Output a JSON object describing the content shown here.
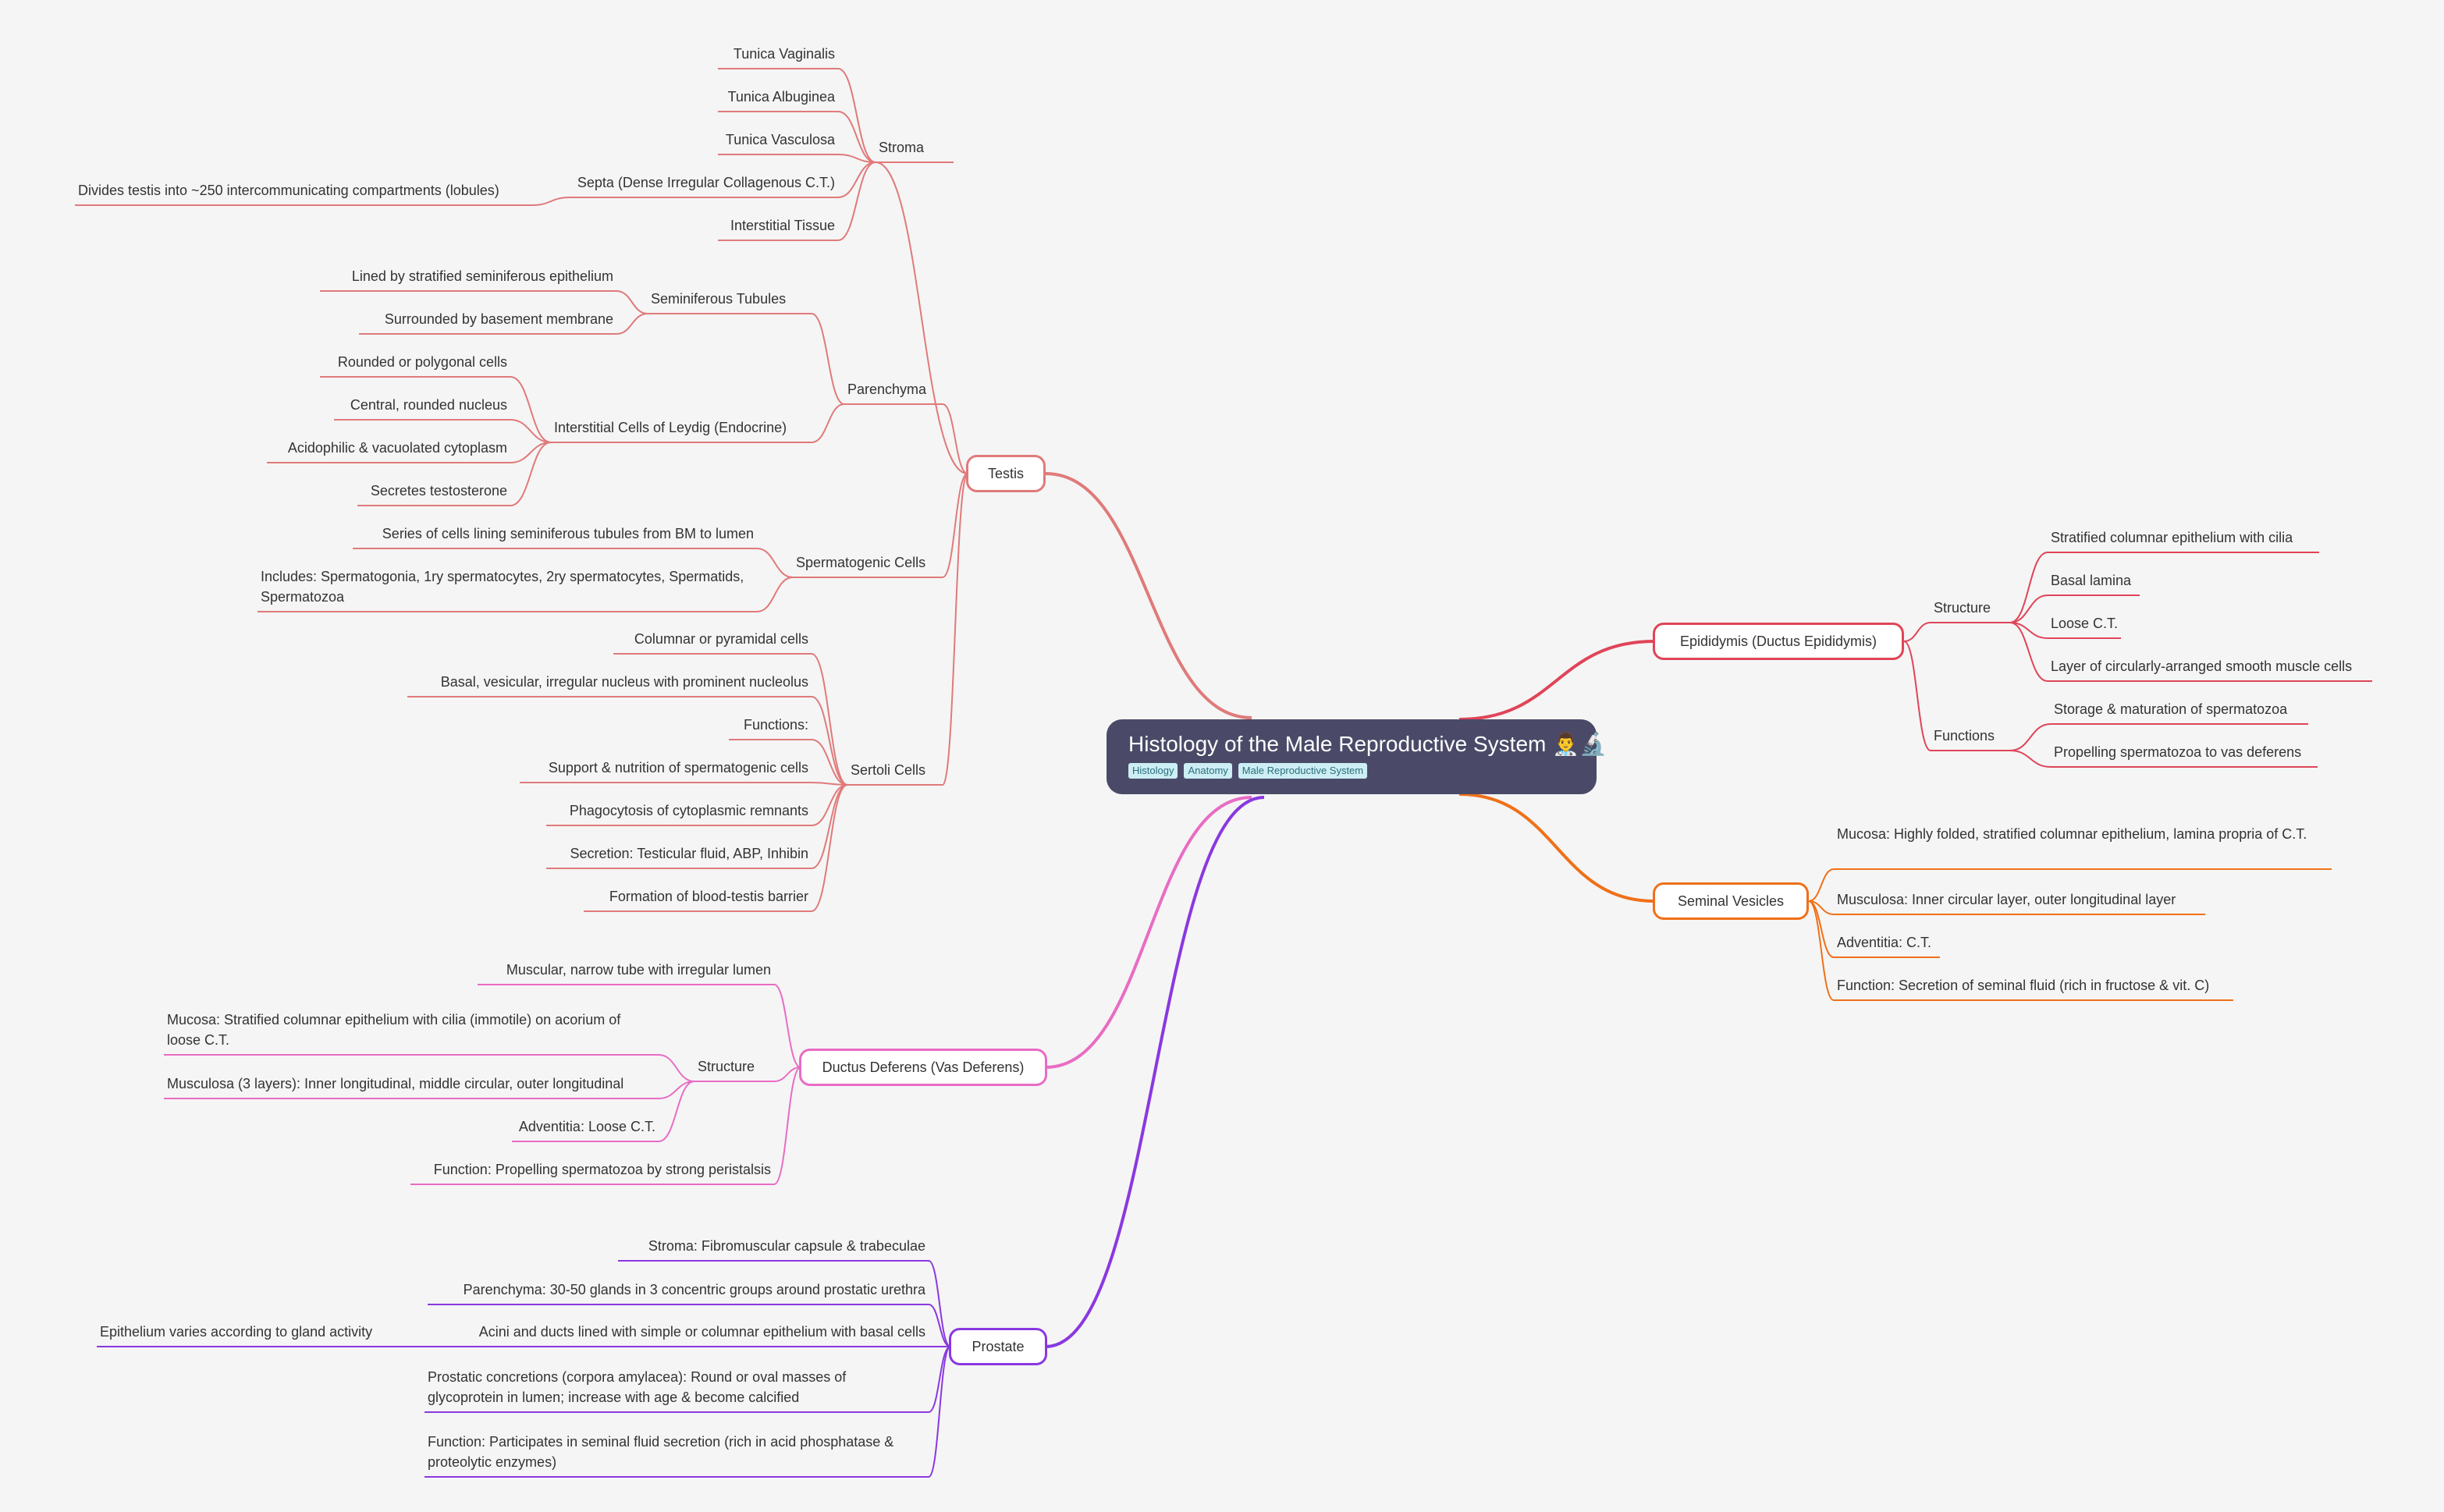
{
  "root": {
    "title": "Histology of the Male Reproductive System 👨‍⚕️🔬",
    "tags": [
      "Histology",
      "Anatomy",
      "Male Reproductive System"
    ]
  },
  "colors": {
    "testis": "#e07a7a",
    "epididymis": "#e04458",
    "seminal": "#f07018",
    "ductus": "#e86cc4",
    "prostate": "#8a38e0"
  },
  "testis": {
    "label": "Testis",
    "stroma": {
      "label": "Stroma",
      "items": [
        "Tunica Vaginalis",
        "Tunica Albuginea",
        "Tunica Vasculosa",
        "Septa (Dense Irregular Collagenous C.T.)",
        "Interstitial Tissue"
      ],
      "septa_detail": "Divides testis into ~250 intercommunicating compartments (lobules)"
    },
    "parenchyma": {
      "label": "Parenchyma",
      "seminiferous": {
        "label": "Seminiferous Tubules",
        "items": [
          "Lined by stratified seminiferous epithelium",
          "Surrounded by basement membrane"
        ]
      },
      "leydig": {
        "label": "Interstitial Cells of Leydig (Endocrine)",
        "items": [
          "Rounded or polygonal cells",
          "Central, rounded nucleus",
          "Acidophilic & vacuolated cytoplasm",
          "Secretes testosterone"
        ]
      }
    },
    "spermatogenic": {
      "label": "Spermatogenic Cells",
      "items": [
        "Series of cells lining seminiferous tubules from BM to lumen",
        "Includes: Spermatogonia, 1ry spermatocytes, 2ry spermatocytes, Spermatids, Spermatozoa"
      ]
    },
    "sertoli": {
      "label": "Sertoli Cells",
      "items": [
        "Columnar or pyramidal cells",
        "Basal, vesicular, irregular nucleus with prominent nucleolus",
        "Functions:",
        "Support & nutrition of spermatogenic cells",
        "Phagocytosis of cytoplasmic remnants",
        "Secretion: Testicular fluid, ABP, Inhibin",
        "Formation of blood-testis barrier"
      ]
    }
  },
  "epididymis": {
    "label": "Epididymis (Ductus Epididymis)",
    "structure": {
      "label": "Structure",
      "items": [
        "Stratified columnar epithelium with cilia",
        "Basal lamina",
        "Loose C.T.",
        "Layer of circularly-arranged smooth muscle cells"
      ]
    },
    "functions": {
      "label": "Functions",
      "items": [
        "Storage & maturation of spermatozoa",
        "Propelling spermatozoa to vas deferens"
      ]
    }
  },
  "seminal": {
    "label": "Seminal Vesicles",
    "items": [
      "Mucosa: Highly folded, stratified columnar epithelium, lamina propria of C.T.",
      "Musculosa: Inner circular layer, outer longitudinal layer",
      "Adventitia: C.T.",
      "Function: Secretion of seminal fluid (rich in fructose & vit. C)"
    ]
  },
  "ductus": {
    "label": "Ductus Deferens (Vas Deferens)",
    "muscular": "Muscular, narrow tube with irregular lumen",
    "structure": {
      "label": "Structure",
      "items": [
        "Mucosa: Stratified columnar epithelium with cilia (immotile) on acorium of loose C.T.",
        "Musculosa (3 layers): Inner longitudinal, middle circular, outer longitudinal",
        "Adventitia: Loose C.T."
      ]
    },
    "function": "Function: Propelling spermatozoa by strong peristalsis"
  },
  "prostate": {
    "label": "Prostate",
    "items": [
      "Stroma: Fibromuscular capsule & trabeculae",
      "Parenchyma: 30-50 glands in 3 concentric groups around prostatic urethra",
      "Acini and ducts lined with simple or columnar epithelium with basal cells",
      "Prostatic concretions (corpora amylacea): Round or oval masses of glycoprotein in lumen; increase with age & become calcified",
      "Function: Participates in seminal fluid secretion (rich in acid phosphatase & proteolytic enzymes)"
    ],
    "acini_detail": "Epithelium varies according to gland activity"
  }
}
